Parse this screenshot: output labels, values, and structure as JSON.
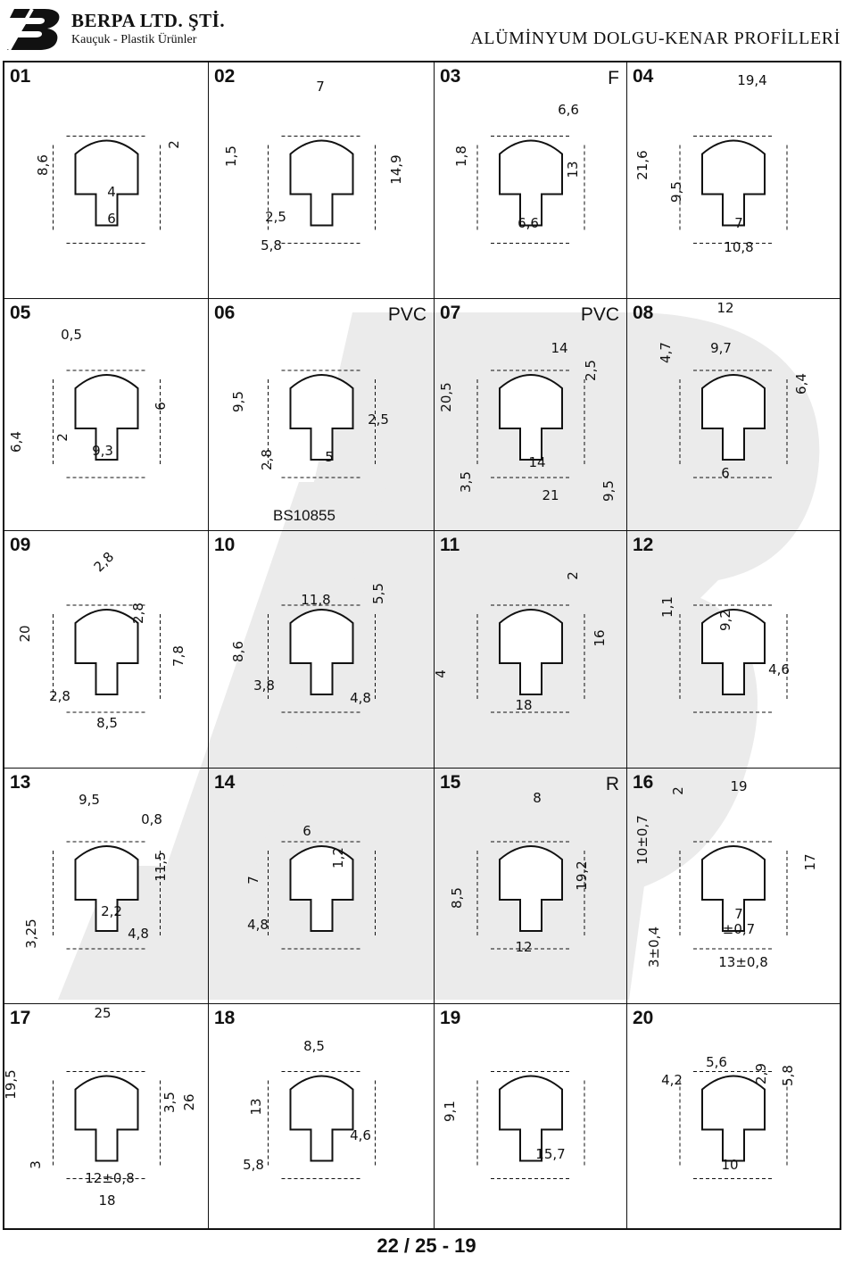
{
  "header": {
    "logo_icon": "berpa-b-logo-icon",
    "brand": "BERPA LTD. ŞTİ.",
    "subtitle": "Kauçuk - Plastik Ürünler",
    "title": "ALÜMİNYUM DOLGU-KENAR PROFİLLERİ"
  },
  "profiles": [
    {
      "id": "01",
      "tag": "",
      "dims": [
        "2",
        "8,6",
        "4",
        "6"
      ]
    },
    {
      "id": "02",
      "tag": "",
      "dims": [
        "7",
        "1,5",
        "14,9",
        "2,5",
        "5,8"
      ]
    },
    {
      "id": "03",
      "tag": "F",
      "dims": [
        "6,6",
        "1,8",
        "13",
        "6,6"
      ]
    },
    {
      "id": "04",
      "tag": "",
      "dims": [
        "19,4",
        "21,6",
        "9,5",
        "7",
        "10,8"
      ]
    },
    {
      "id": "05",
      "tag": "",
      "dims": [
        "0,5",
        "6",
        "6,4",
        "2",
        "9,3"
      ]
    },
    {
      "id": "06",
      "tag": "PVC",
      "standard": "BS10855",
      "dims": [
        "9,5",
        "2,5",
        "2,8",
        "5"
      ]
    },
    {
      "id": "07",
      "tag": "PVC",
      "dims": [
        "14",
        "20,5",
        "2,5",
        "14",
        "3,5",
        "9,5",
        "21"
      ]
    },
    {
      "id": "08",
      "tag": "",
      "dims": [
        "12",
        "4,7",
        "9,7",
        "6,4",
        "6"
      ]
    },
    {
      "id": "09",
      "tag": "",
      "dims": [
        "2,8",
        "20",
        "2,8",
        "7,8",
        "2,8",
        "8,5"
      ]
    },
    {
      "id": "10",
      "tag": "",
      "dims": [
        "11,8",
        "5,5",
        "8,6",
        "3,8",
        "4,8"
      ]
    },
    {
      "id": "11",
      "tag": "",
      "dims": [
        "2",
        "16",
        "4",
        "18"
      ]
    },
    {
      "id": "12",
      "tag": "",
      "dims": [
        "1,1",
        "9,2",
        "4,6"
      ]
    },
    {
      "id": "13",
      "tag": "",
      "dims": [
        "9,5",
        "0,8",
        "11,5",
        "3,25",
        "2,2",
        "4,8"
      ]
    },
    {
      "id": "14",
      "tag": "",
      "dims": [
        "6",
        "1,2",
        "7",
        "4,8"
      ]
    },
    {
      "id": "15",
      "tag": "R",
      "dims": [
        "8",
        "19,2",
        "8,5",
        "12"
      ]
    },
    {
      "id": "16",
      "tag": "",
      "dims": [
        "19",
        "2",
        "10±0,7",
        "17",
        "7",
        "±0,7",
        "3±0,4",
        "13±0,8"
      ]
    },
    {
      "id": "17",
      "tag": "",
      "dims": [
        "25",
        "19,5",
        "3,5",
        "26",
        "3",
        "12±0,8",
        "18"
      ]
    },
    {
      "id": "18",
      "tag": "",
      "dims": [
        "8,5",
        "13",
        "4,6",
        "5,8"
      ]
    },
    {
      "id": "19",
      "tag": "",
      "dims": [
        "9,1",
        "15,7"
      ]
    },
    {
      "id": "20",
      "tag": "",
      "dims": [
        "5,6",
        "4,2",
        "2,9",
        "5,8",
        "10"
      ]
    }
  ],
  "footer": {
    "page": "22 / 25 - 19"
  }
}
